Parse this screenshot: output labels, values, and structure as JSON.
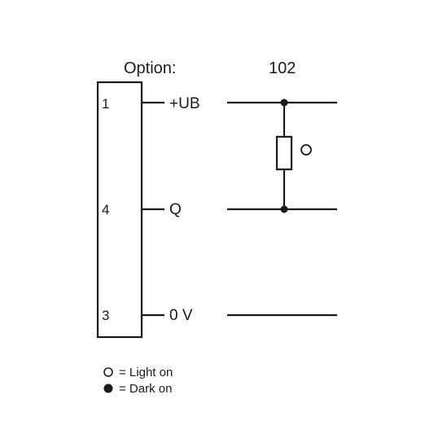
{
  "diagram": {
    "option_label": "Option:",
    "option_value": "102",
    "pins": [
      {
        "number": "1",
        "signal": "+UB"
      },
      {
        "number": "4",
        "signal": "Q"
      },
      {
        "number": "3",
        "signal": "0 V"
      }
    ],
    "resistor_mode_symbol": "light-on-open-circle",
    "legend": [
      {
        "symbol": "open-circle",
        "text": "= Light on"
      },
      {
        "symbol": "filled-circle",
        "text": "= Dark on"
      }
    ]
  }
}
